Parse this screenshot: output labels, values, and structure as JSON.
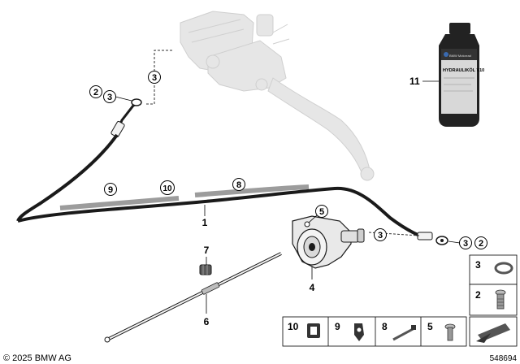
{
  "diagram": {
    "part_labels": {
      "p1": "1",
      "p2a": "2",
      "p3a": "3",
      "p3b": "3",
      "p3c": "3",
      "p2b": "2",
      "p4": "4",
      "p5": "5",
      "p6": "6",
      "p7": "7",
      "p8": "8",
      "p9": "9",
      "p10": "10",
      "p11": "11"
    },
    "bottle_label": "HYDRAULIKÖL V10",
    "legend": {
      "right_col": [
        "3",
        "2"
      ],
      "bottom_row": [
        "10",
        "9",
        "8",
        "5"
      ]
    },
    "copyright": "© 2025 BMW AG",
    "diagram_number": "548694"
  },
  "colors": {
    "ghost": "#e6e6e6",
    "line": "#1a1a1a",
    "bottle": "#222222"
  }
}
